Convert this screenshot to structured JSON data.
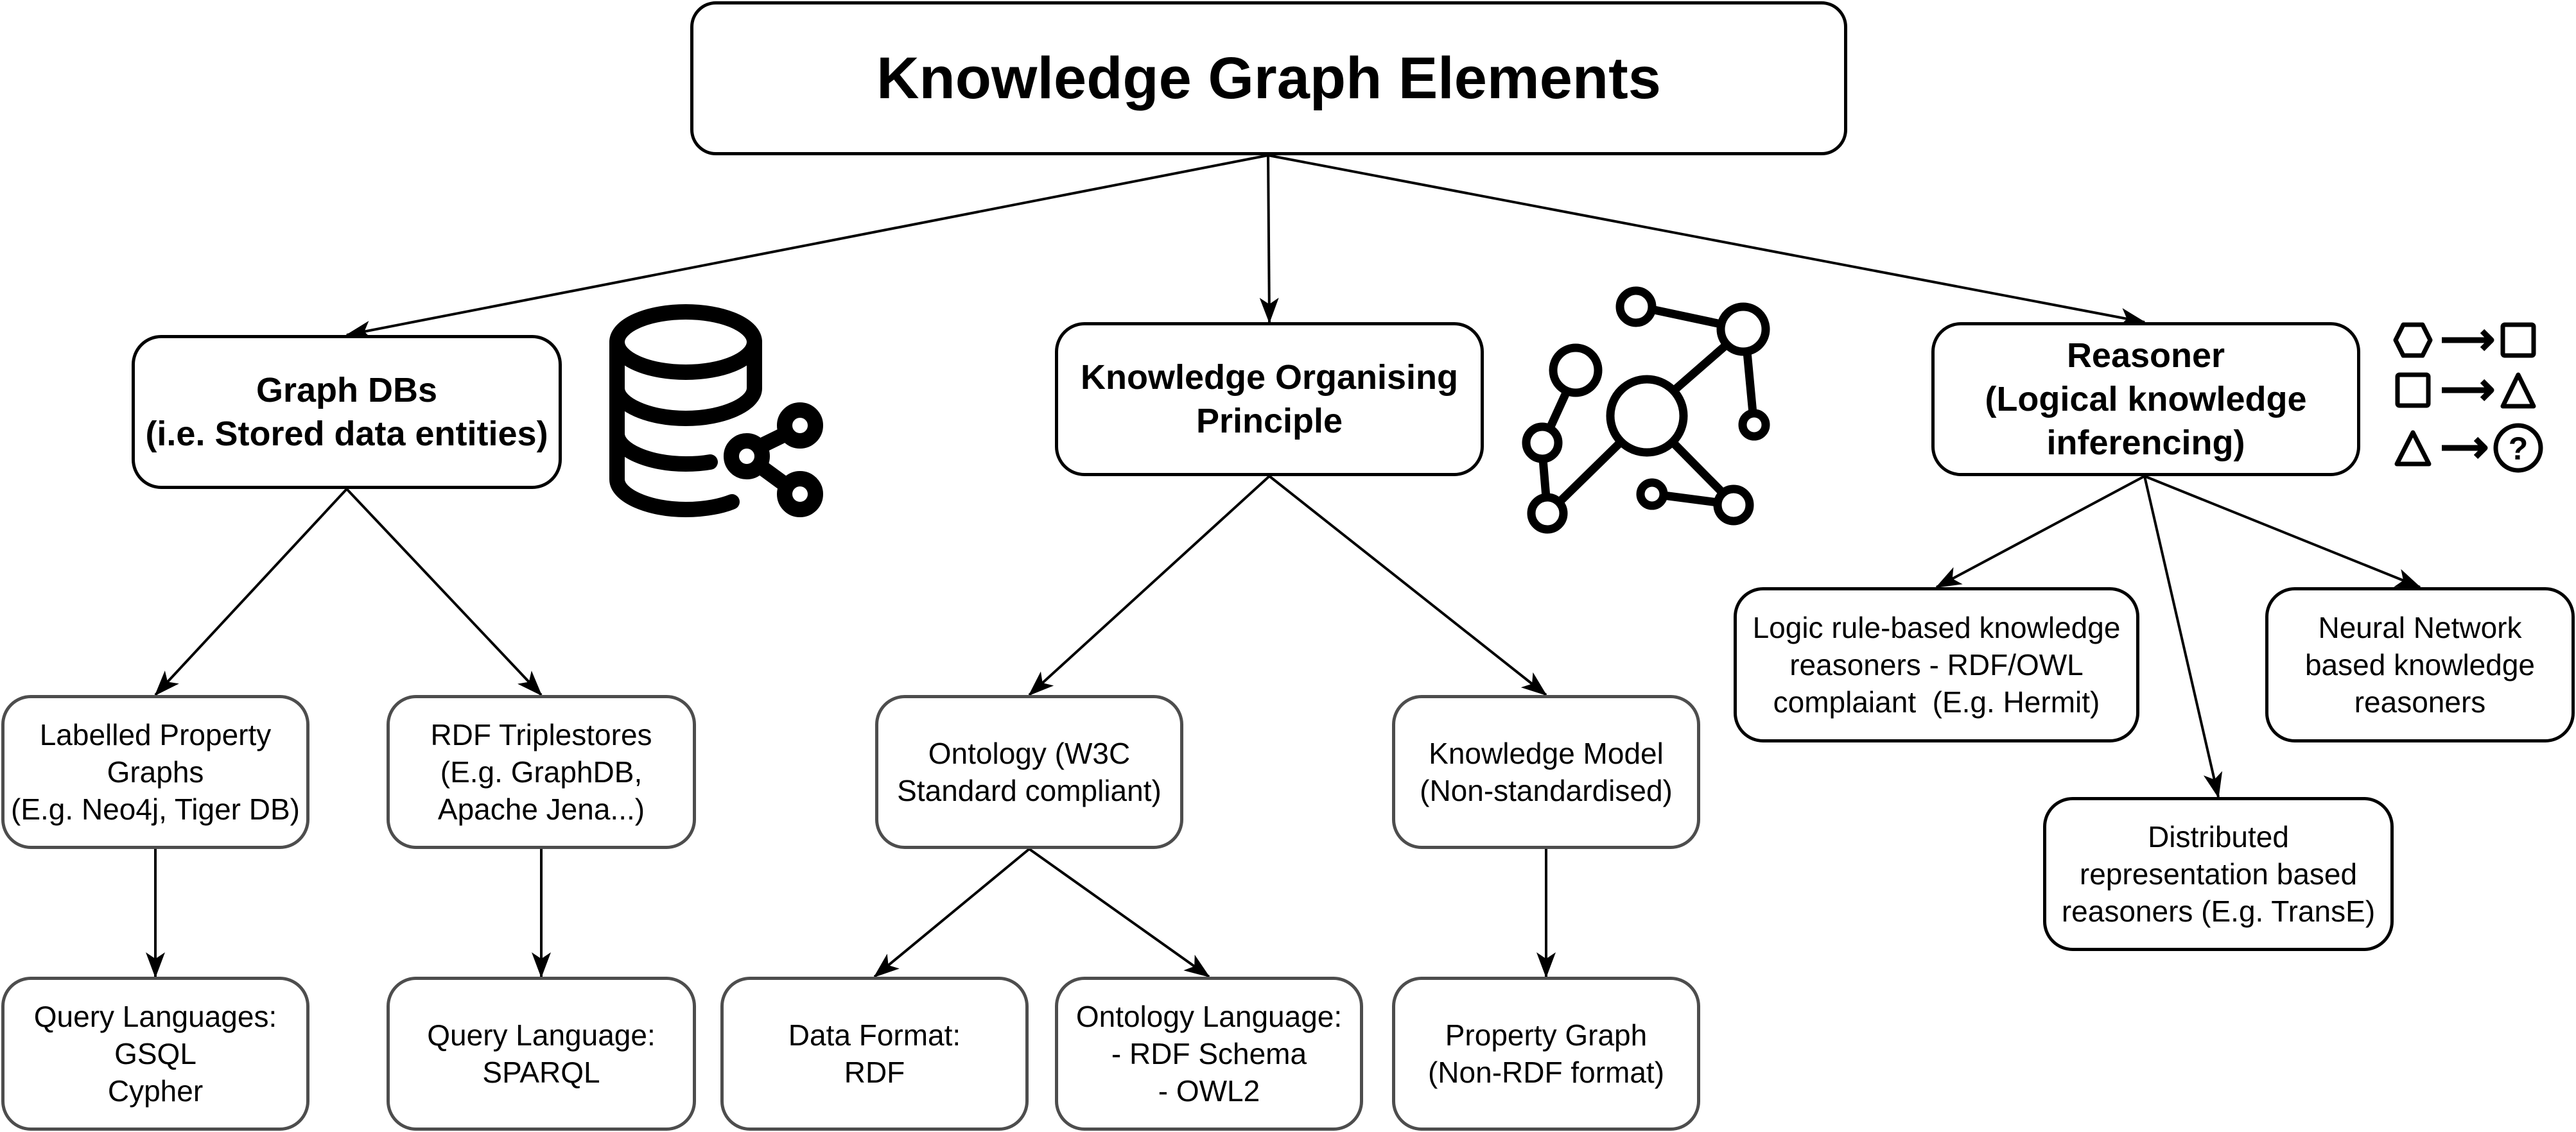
{
  "diagram": {
    "title": "Knowledge Graph Elements",
    "stroke_color": "#000000",
    "secondary_stroke_color": "#4d4d4d",
    "nodes": {
      "graph_dbs": {
        "lines": [
          "Graph DBs",
          "(i.e. Stored data entities)"
        ]
      },
      "kop": {
        "lines": [
          "Knowledge Organising",
          "Principle"
        ]
      },
      "reasoner": {
        "lines": [
          "Reasoner",
          "(Logical knowledge",
          "inferencing)"
        ]
      },
      "labelled_pg": {
        "lines": [
          "Labelled Property",
          "Graphs",
          "(E.g. Neo4j, Tiger DB)"
        ]
      },
      "rdf_triplestores": {
        "lines": [
          "RDF Triplestores",
          "(E.g. GraphDB,",
          "Apache Jena...)"
        ]
      },
      "ontology_w3c": {
        "lines": [
          "Ontology (W3C",
          "Standard compliant)"
        ]
      },
      "knowledge_model": {
        "lines": [
          "Knowledge Model",
          "(Non-standardised)"
        ]
      },
      "logic_rule": {
        "lines": [
          "Logic rule-based knowledge",
          "reasoners - RDF/OWL",
          "complaiant  (E.g. Hermit)"
        ]
      },
      "neural_net": {
        "lines": [
          "Neural Network",
          "based knowledge",
          "reasoners"
        ]
      },
      "distributed": {
        "lines": [
          "Distributed",
          "representation based",
          "reasoners (E.g. TransE)"
        ]
      },
      "query_langs": {
        "lines": [
          "Query Languages:",
          "GSQL",
          "Cypher"
        ]
      },
      "sparql": {
        "lines": [
          "Query Language:",
          "SPARQL"
        ]
      },
      "data_format": {
        "lines": [
          "Data Format:",
          "RDF"
        ]
      },
      "ontology_lang": {
        "lines": [
          "Ontology Language:",
          "- RDF Schema",
          "- OWL2"
        ]
      },
      "property_graph": {
        "lines": [
          "Property Graph",
          "(Non-RDF format)"
        ]
      }
    },
    "edges": [
      [
        "root",
        "graph_dbs"
      ],
      [
        "root",
        "kop"
      ],
      [
        "root",
        "reasoner"
      ],
      [
        "graph_dbs",
        "labelled_pg"
      ],
      [
        "graph_dbs",
        "rdf_triplestores"
      ],
      [
        "kop",
        "ontology_w3c"
      ],
      [
        "kop",
        "knowledge_model"
      ],
      [
        "reasoner",
        "logic_rule"
      ],
      [
        "reasoner",
        "distributed"
      ],
      [
        "reasoner",
        "neural_net"
      ],
      [
        "labelled_pg",
        "query_langs"
      ],
      [
        "rdf_triplestores",
        "sparql"
      ],
      [
        "ontology_w3c",
        "data_format"
      ],
      [
        "ontology_w3c",
        "ontology_lang"
      ],
      [
        "knowledge_model",
        "property_graph"
      ]
    ],
    "icons": [
      "database-share-icon",
      "network-graph-icon",
      "inference-shapes-icon"
    ]
  }
}
